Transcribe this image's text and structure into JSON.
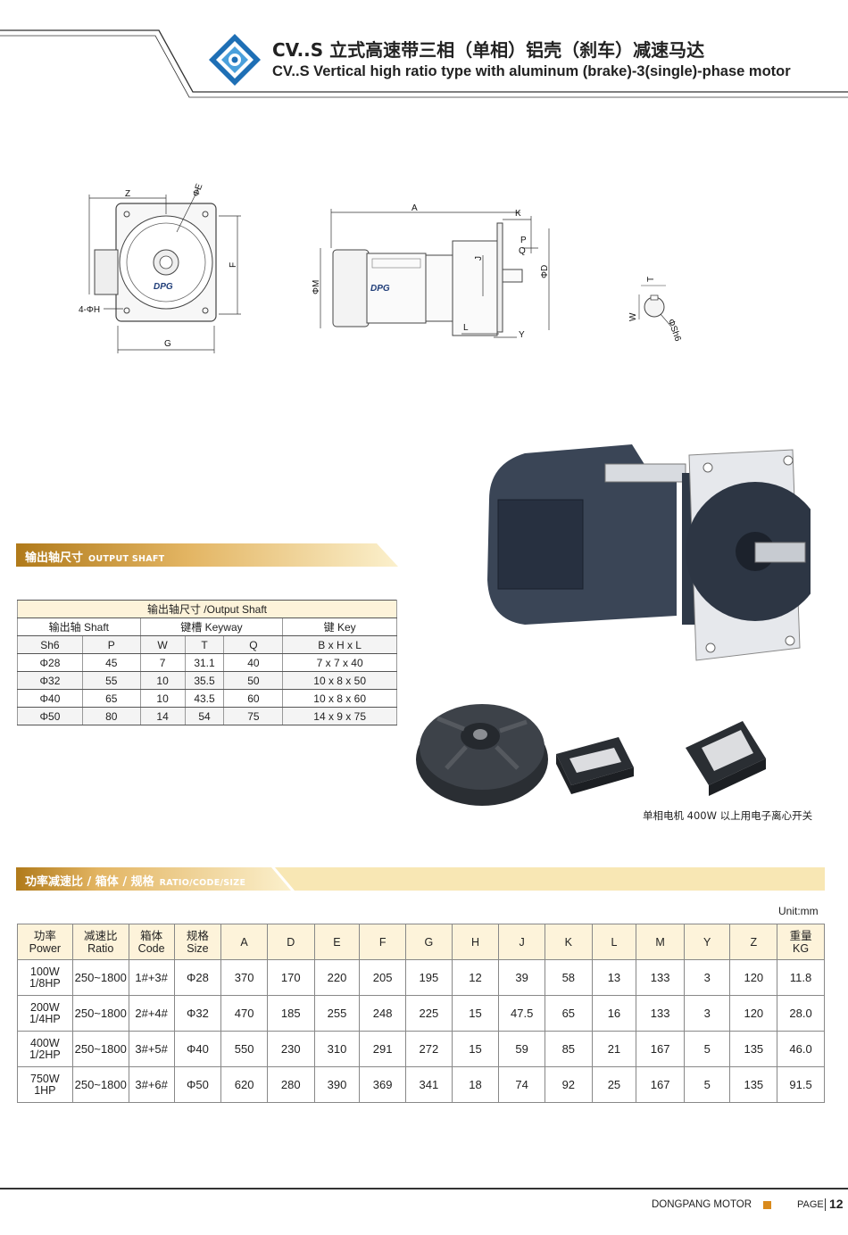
{
  "header": {
    "title_cn": "CV..S 立式高速带三相（单相）铝壳（刹车）减速马达",
    "title_en": "CV..S Vertical high ratio type with aluminum (brake)-3(single)-phase motor"
  },
  "drawing": {
    "front_labels": {
      "z": "Z",
      "e": "ΦE",
      "f": "F",
      "h": "4-ΦH",
      "g": "G"
    },
    "side_labels": {
      "a": "A",
      "k": "K",
      "p": "P",
      "q": "Q",
      "j": "J",
      "m": "ΦM",
      "d": "ΦD",
      "l": "L",
      "y": "Y"
    },
    "shaft_labels": {
      "t": "T",
      "w": "W",
      "sh6": "ΦSh6"
    },
    "brand": "DPG"
  },
  "output_shaft_section": {
    "cn": "输出轴尺寸",
    "en": "OUTPUT SHAFT"
  },
  "shaft_table": {
    "title": "输出轴尺寸 /Output Shaft",
    "group_headers": [
      "输出轴  Shaft",
      "键槽 Keyway",
      "键  Key"
    ],
    "columns": [
      "Sh6",
      "P",
      "W",
      "T",
      "Q",
      "B x H x L"
    ],
    "rows": [
      [
        "Φ28",
        "45",
        "7",
        "31.1",
        "40",
        "7 x 7 x 40"
      ],
      [
        "Φ32",
        "55",
        "10",
        "35.5",
        "50",
        "10 x 8 x 50"
      ],
      [
        "Φ40",
        "65",
        "10",
        "43.5",
        "60",
        "10 x 8 x 60"
      ],
      [
        "Φ50",
        "80",
        "14",
        "54",
        "75",
        "14 x 9 x 75"
      ]
    ]
  },
  "switch_caption": "单相电机 400W 以上用电子离心开关",
  "ratio_section": {
    "cn": "功率减速比 / 箱体 / 规格",
    "en": "RATIO/CODE/SIZE"
  },
  "main_table": {
    "unit": "Unit:mm",
    "headers": [
      [
        "功率",
        "Power"
      ],
      [
        "减速比",
        "Ratio"
      ],
      [
        "箱体",
        "Code"
      ],
      [
        "规格",
        "Size"
      ],
      [
        "A"
      ],
      [
        "D"
      ],
      [
        "E"
      ],
      [
        "F"
      ],
      [
        "G"
      ],
      [
        "H"
      ],
      [
        "J"
      ],
      [
        "K"
      ],
      [
        "L"
      ],
      [
        "M"
      ],
      [
        "Y"
      ],
      [
        "Z"
      ],
      [
        "重量",
        "KG"
      ]
    ],
    "rows": [
      [
        [
          "100W",
          "1/8HP"
        ],
        "250~1800",
        "1#+3#",
        "Φ28",
        "370",
        "170",
        "220",
        "205",
        "195",
        "12",
        "39",
        "58",
        "13",
        "133",
        "3",
        "120",
        "11.8"
      ],
      [
        [
          "200W",
          "1/4HP"
        ],
        "250~1800",
        "2#+4#",
        "Φ32",
        "470",
        "185",
        "255",
        "248",
        "225",
        "15",
        "47.5",
        "65",
        "16",
        "133",
        "3",
        "120",
        "28.0"
      ],
      [
        [
          "400W",
          "1/2HP"
        ],
        "250~1800",
        "3#+5#",
        "Φ40",
        "550",
        "230",
        "310",
        "291",
        "272",
        "15",
        "59",
        "85",
        "21",
        "167",
        "5",
        "135",
        "46.0"
      ],
      [
        [
          "750W",
          "1HP"
        ],
        "250~1800",
        "3#+6#",
        "Φ50",
        "620",
        "280",
        "390",
        "369",
        "341",
        "18",
        "74",
        "92",
        "25",
        "167",
        "5",
        "135",
        "91.5"
      ]
    ]
  },
  "footer": {
    "brand": "DONGPANG MOTOR",
    "page_label": "PAGE",
    "page_num": "12"
  },
  "colors": {
    "accent": "#d98a1c",
    "band_start": "#b07a1a",
    "band_end": "#fbf0cc",
    "header_bg": "#fdf3da"
  }
}
